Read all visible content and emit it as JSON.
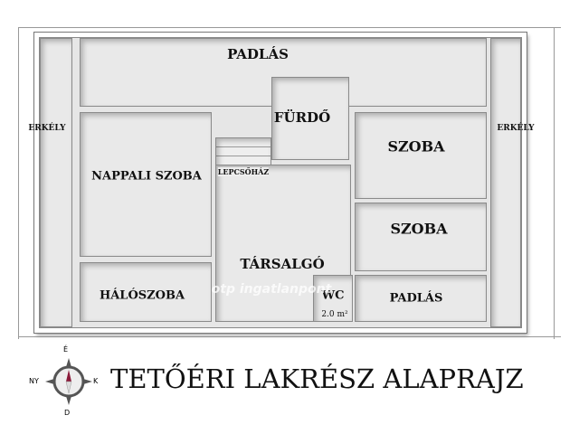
{
  "title": "TETŐÉRI LAKRÉSZ ALAPRAJZ",
  "rooms": {
    "padlas_top": "PADLÁS",
    "furdo": "FÜRDŐ",
    "erkely_left": "ERKÉLY",
    "erkely_right": "ERKÉLY",
    "nappali": "NAPPALI SZOBA",
    "lepcsohaz": "LEPCSŐHÁZ",
    "szoba1": "SZOBA",
    "szoba2": "SZOBA",
    "tarsalgo": "TÁRSALGÓ",
    "haloszoba": "HÁLÓSZOBA",
    "wc": "WC",
    "wc_area": "2.0 m²",
    "padlas_small": "PADLÁS"
  },
  "compass": {
    "north": "É",
    "south": "D",
    "east": "K",
    "west": "NY"
  },
  "watermark": "otp ingatlanpont",
  "colors": {
    "compass_needle": "#8b1a3a",
    "wall": "#ffffff",
    "floor": "#e8e8e8"
  }
}
